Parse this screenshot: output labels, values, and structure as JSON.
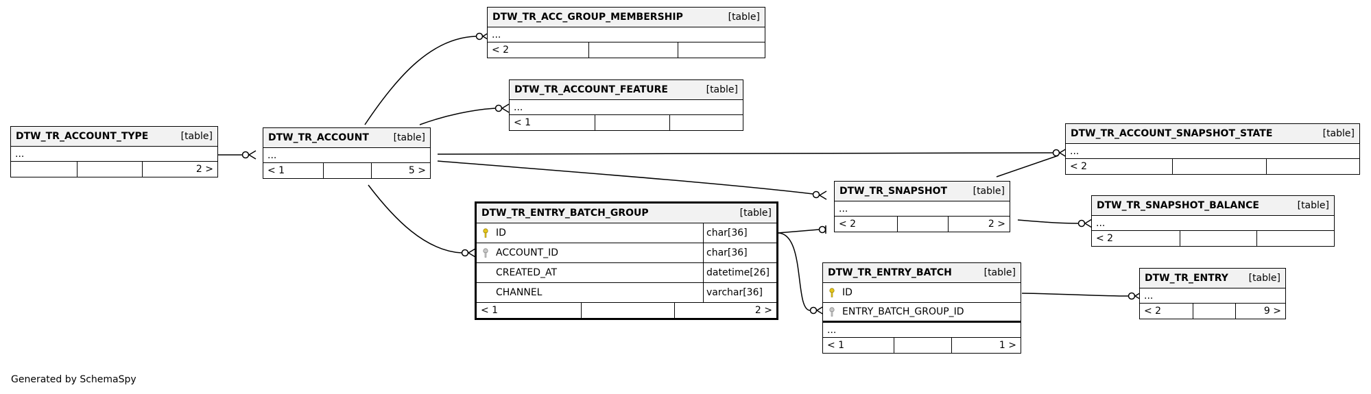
{
  "footer_text": "Generated by SchemaSpy",
  "tables": {
    "acc_group_membership": {
      "name": "DTW_TR_ACC_GROUP_MEMBERSHIP",
      "kind": "[table]",
      "rows": [
        "..."
      ],
      "foot": [
        "< 2",
        "",
        ""
      ]
    },
    "account_feature": {
      "name": "DTW_TR_ACCOUNT_FEATURE",
      "kind": "[table]",
      "rows": [
        "..."
      ],
      "foot": [
        "< 1",
        "",
        ""
      ]
    },
    "account_type": {
      "name": "DTW_TR_ACCOUNT_TYPE",
      "kind": "[table]",
      "rows": [
        "..."
      ],
      "foot": [
        "",
        "",
        "2 >"
      ]
    },
    "account": {
      "name": "DTW_TR_ACCOUNT",
      "kind": "[table]",
      "rows": [
        "..."
      ],
      "foot": [
        "< 1",
        "",
        "5 >"
      ]
    },
    "account_snapshot_state": {
      "name": "DTW_TR_ACCOUNT_SNAPSHOT_STATE",
      "kind": "[table]",
      "rows": [
        "..."
      ],
      "foot": [
        "< 2",
        "",
        ""
      ]
    },
    "snapshot": {
      "name": "DTW_TR_SNAPSHOT",
      "kind": "[table]",
      "rows": [
        "..."
      ],
      "foot": [
        "< 2",
        "",
        "2 >"
      ]
    },
    "snapshot_balance": {
      "name": "DTW_TR_SNAPSHOT_BALANCE",
      "kind": "[table]",
      "rows": [
        "..."
      ],
      "foot": [
        "< 2",
        "",
        ""
      ]
    },
    "entry_batch_group": {
      "name": "DTW_TR_ENTRY_BATCH_GROUP",
      "kind": "[table]",
      "columns": [
        {
          "name": "ID",
          "type": "char[36]",
          "key": "primary"
        },
        {
          "name": "ACCOUNT_ID",
          "type": "char[36]",
          "key": "foreign"
        },
        {
          "name": "CREATED_AT",
          "type": "datetime[26]",
          "key": "none"
        },
        {
          "name": "CHANNEL",
          "type": "varchar[36]",
          "key": "none"
        }
      ],
      "foot": [
        "< 1",
        "",
        "2 >"
      ]
    },
    "entry_batch": {
      "name": "DTW_TR_ENTRY_BATCH",
      "kind": "[table]",
      "columns": [
        {
          "name": "ID",
          "type": "",
          "key": "primary"
        },
        {
          "name": "ENTRY_BATCH_GROUP_ID",
          "type": "",
          "key": "foreign"
        }
      ],
      "rows": [
        "..."
      ],
      "foot": [
        "< 1",
        "",
        "1 >"
      ]
    },
    "entry": {
      "name": "DTW_TR_ENTRY",
      "kind": "[table]",
      "rows": [
        "..."
      ],
      "foot": [
        "< 2",
        "",
        "9 >"
      ]
    }
  },
  "colors": {
    "primary_key": "#e6c619",
    "foreign_key": "#b3b3b3",
    "header_bg": "#f2f2f2"
  }
}
